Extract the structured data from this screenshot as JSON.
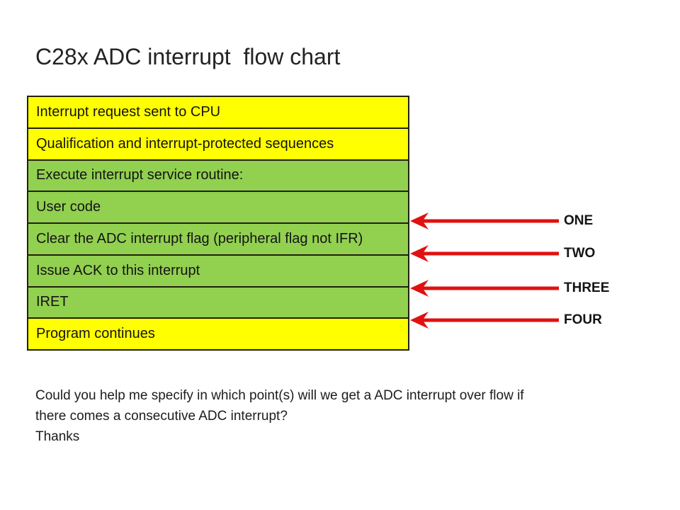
{
  "title": "C28x ADC interrupt  flow chart",
  "flow_table": {
    "rows": [
      {
        "label": "Interrupt request sent to CPU",
        "color": "#ffff00"
      },
      {
        "label": "Qualification and interrupt-protected sequences",
        "color": "#ffff00"
      },
      {
        "label": "Execute interrupt service routine:",
        "color": "#92d050"
      },
      {
        "label": "User code",
        "color": "#92d050"
      },
      {
        "label": "Clear the ADC interrupt flag (peripheral flag not IFR)",
        "color": "#92d050"
      },
      {
        "label": "Issue ACK to this interrupt",
        "color": "#92d050"
      },
      {
        "label": "IRET",
        "color": "#92d050"
      },
      {
        "label": "Program continues",
        "color": "#ffff00"
      }
    ]
  },
  "annotations": [
    {
      "label": "ONE"
    },
    {
      "label": "TWO"
    },
    {
      "label": "THREE"
    },
    {
      "label": "FOUR"
    }
  ],
  "question": {
    "lines": [
      "Could you help me specify in which point(s) will we get a ADC interrupt over flow if",
      "there comes a consecutive ADC interrupt?",
      "Thanks"
    ]
  },
  "colors": {
    "row_yellow": "#ffff00",
    "row_green": "#92d050",
    "arrow_red": "#e01111",
    "table_border": "#21210c"
  }
}
